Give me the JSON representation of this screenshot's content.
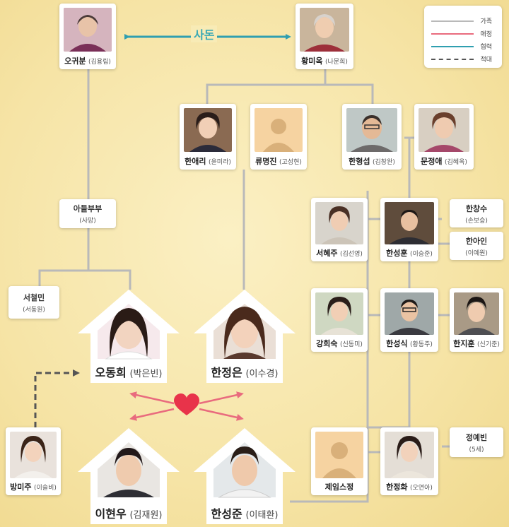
{
  "relation_sadon": "사돈",
  "legend": {
    "items": [
      {
        "label": "가족",
        "color": "#b9b9b9",
        "style": "solid"
      },
      {
        "label": "애정",
        "color": "#e96b7e",
        "style": "solid"
      },
      {
        "label": "협력",
        "color": "#2f9fb0",
        "style": "solid"
      },
      {
        "label": "적대",
        "color": "#555555",
        "style": "dashed"
      }
    ]
  },
  "people": {
    "oh_gwibun": {
      "name": "오귀분",
      "actor": "(김용림)"
    },
    "hwang_miok": {
      "name": "황미옥",
      "actor": "(나문희)"
    },
    "han_aeri": {
      "name": "한애리",
      "actor": "(윤미라)"
    },
    "ryu_myeongjin": {
      "name": "류명진",
      "actor": "(고성현)"
    },
    "han_hyeongseop": {
      "name": "한형섭",
      "actor": "(김창완)"
    },
    "mun_jeongae": {
      "name": "문정애",
      "actor": "(김혜옥)"
    },
    "seo_hyeju": {
      "name": "서혜주",
      "actor": "(김선영)"
    },
    "han_seonghun": {
      "name": "한성훈",
      "actor": "(이승준)"
    },
    "gang_huisuk": {
      "name": "강희숙",
      "actor": "(신동미)"
    },
    "han_seongsik": {
      "name": "한성식",
      "actor": "(황동주)"
    },
    "han_jihun": {
      "name": "한지훈",
      "actor": "(신기준)"
    },
    "jeil_sjeong": {
      "name": "제임스정",
      "actor": ""
    },
    "han_jeonghwa": {
      "name": "한정화",
      "actor": "(오연아)"
    },
    "bang_miju": {
      "name": "방미주",
      "actor": "(이슬비)"
    }
  },
  "text_boxes": {
    "son_couple": {
      "name": "아들부부",
      "note": "(사망)"
    },
    "seo_cheolmin": {
      "name": "서철민",
      "actor": "(서동원)"
    },
    "han_changsu": {
      "name": "한창수",
      "actor": "(손보승)"
    },
    "han_ain": {
      "name": "한아인",
      "actor": "(이예원)"
    },
    "jeong_yebin": {
      "name": "정예빈",
      "note": "(5세)"
    }
  },
  "leads": {
    "oh_donghui": {
      "name": "오동희",
      "actor": "(박은빈)"
    },
    "han_jeongeun": {
      "name": "한정은",
      "actor": "(이수경)"
    },
    "lee_hyeonu": {
      "name": "이현우",
      "actor": "(김재원)"
    },
    "han_seongjun": {
      "name": "한성준",
      "actor": "(이태환)"
    }
  },
  "colors": {
    "family": "#b9b9b9",
    "love": "#e96b7e",
    "coop": "#2f9fb0",
    "hostile": "#555555",
    "heart": "#e8334a"
  }
}
